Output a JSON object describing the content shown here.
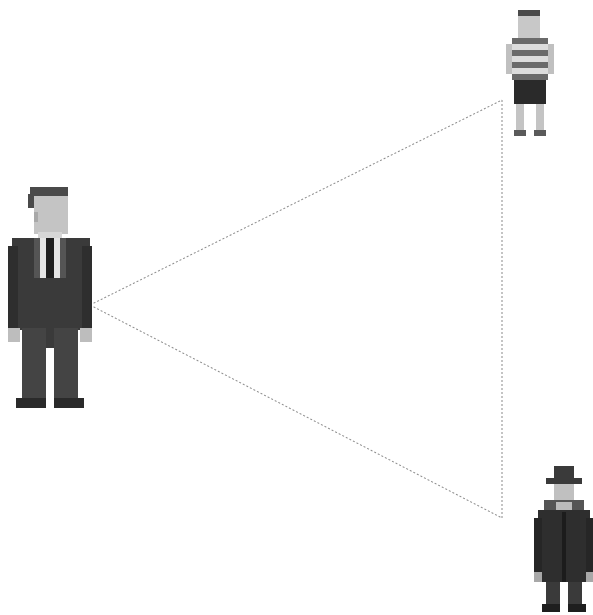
{
  "diagram": {
    "type": "triangle-relationship",
    "figures": [
      {
        "id": "businessman",
        "icon": "businessman-icon",
        "description_colors": {
          "suit": "#3a3a3a",
          "skin": "#c8c8c8",
          "shirt": "#e6e6e6",
          "hair": "#4a4a4a"
        }
      },
      {
        "id": "child",
        "icon": "child-striped-shirt-icon",
        "description_colors": {
          "shirt_stripes": [
            "#6a6a6a",
            "#dcdcdc"
          ],
          "shorts": "#2a2a2a",
          "skin": "#c8c8c8",
          "hair": "#4a4a4a"
        }
      },
      {
        "id": "detective",
        "icon": "detective-trenchcoat-icon",
        "description_colors": {
          "coat": "#2e2e2e",
          "hat": "#3a3a3a",
          "skin": "#c0c0c0"
        }
      }
    ],
    "connections": [
      {
        "from": "businessman",
        "to": "child",
        "style": "dotted"
      },
      {
        "from": "businessman",
        "to": "detective",
        "style": "dotted"
      },
      {
        "from": "child",
        "to": "detective",
        "style": "dotted"
      }
    ],
    "line_color": "#8a8a8a"
  }
}
